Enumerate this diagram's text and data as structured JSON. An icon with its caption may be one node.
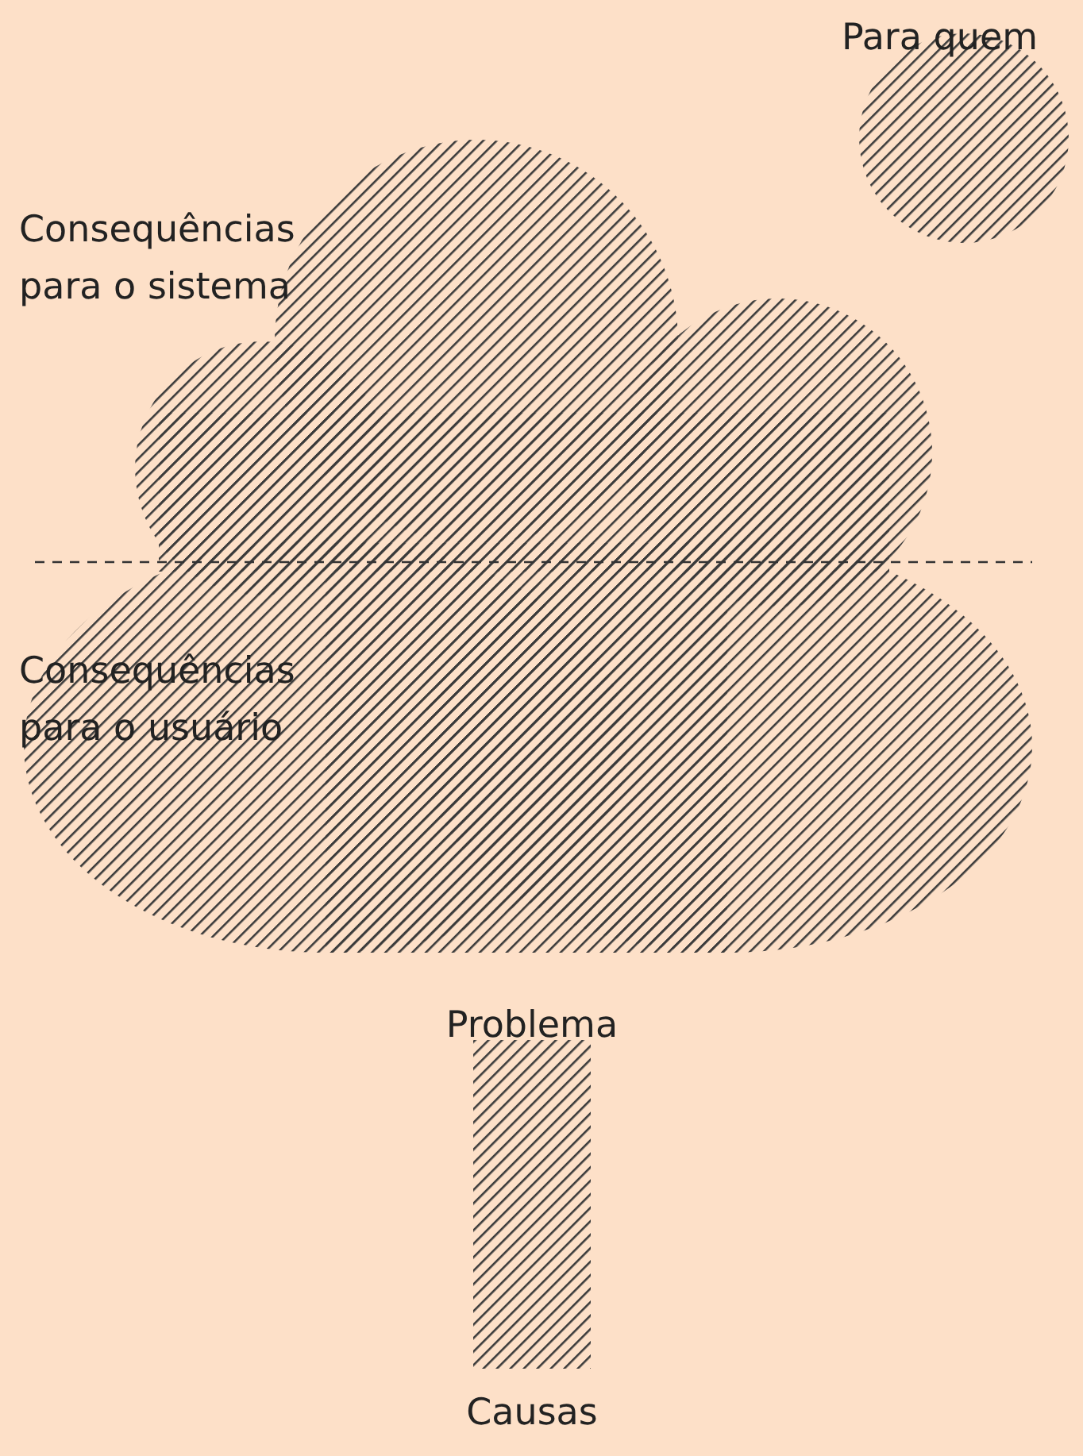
{
  "diagram": {
    "nodes": [
      {
        "text": [
          "Para quem"
        ]
      },
      {
        "text": [
          "Consequências para o sistema",
          "Consequências para o usuário"
        ]
      },
      {
        "text": [
          "Problema"
        ],
        "beside": [
          "Causas"
        ]
      }
    ]
  }
}
